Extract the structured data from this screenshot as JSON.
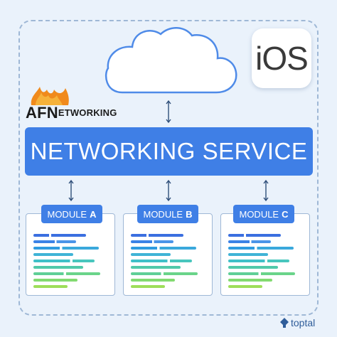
{
  "logo": {
    "big_a": "A",
    "big_f": "F",
    "big_n": "N",
    "rest": "ETWORKING"
  },
  "ios": {
    "label": "iOS"
  },
  "service": {
    "label": "NETWORKING SERVICE"
  },
  "modules": [
    {
      "prefix": "MODULE",
      "letter": "A"
    },
    {
      "prefix": "MODULE",
      "letter": "B"
    },
    {
      "prefix": "MODULE",
      "letter": "C"
    }
  ],
  "brand": {
    "label": "toptal"
  },
  "colors": {
    "primary": "#3f7fe6",
    "border": "#9fb8d6",
    "background": "#eaf2fb"
  }
}
